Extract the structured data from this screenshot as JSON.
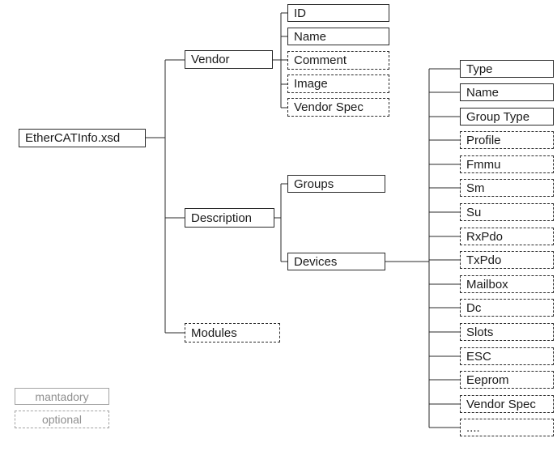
{
  "colors": {
    "background": "#ffffff",
    "line": "#2a2a2a",
    "text": "#1a1a1a",
    "legend": "#a3a3a3",
    "legend-text": "#8f8f8f"
  },
  "diagram": {
    "root": {
      "label": "EtherCATInfo.xsd",
      "style": "mandatory"
    },
    "level1": [
      {
        "label": "Vendor",
        "style": "mandatory"
      },
      {
        "label": "Description",
        "style": "mandatory"
      },
      {
        "label": "Modules",
        "style": "optional"
      }
    ],
    "vendor_children": [
      {
        "label": "ID",
        "style": "mandatory"
      },
      {
        "label": "Name",
        "style": "mandatory"
      },
      {
        "label": "Comment",
        "style": "optional"
      },
      {
        "label": "Image",
        "style": "optional"
      },
      {
        "label": "Vendor Spec",
        "style": "optional"
      }
    ],
    "description_children": [
      {
        "label": "Groups",
        "style": "mandatory"
      },
      {
        "label": "Devices",
        "style": "mandatory"
      }
    ],
    "devices_children": [
      {
        "label": "Type",
        "style": "mandatory"
      },
      {
        "label": "Name",
        "style": "mandatory"
      },
      {
        "label": "Group Type",
        "style": "mandatory"
      },
      {
        "label": "Profile",
        "style": "optional"
      },
      {
        "label": "Fmmu",
        "style": "optional"
      },
      {
        "label": "Sm",
        "style": "optional"
      },
      {
        "label": "Su",
        "style": "optional"
      },
      {
        "label": "RxPdo",
        "style": "optional"
      },
      {
        "label": "TxPdo",
        "style": "optional"
      },
      {
        "label": "Mailbox",
        "style": "optional"
      },
      {
        "label": "Dc",
        "style": "optional"
      },
      {
        "label": "Slots",
        "style": "optional"
      },
      {
        "label": "ESC",
        "style": "optional"
      },
      {
        "label": "Eeprom",
        "style": "optional"
      },
      {
        "label": "Vendor Spec",
        "style": "optional"
      },
      {
        "label": "....",
        "style": "optional"
      }
    ],
    "legend": [
      {
        "label": "mantadory",
        "style": "mandatory"
      },
      {
        "label": "optional",
        "style": "optional"
      }
    ]
  }
}
